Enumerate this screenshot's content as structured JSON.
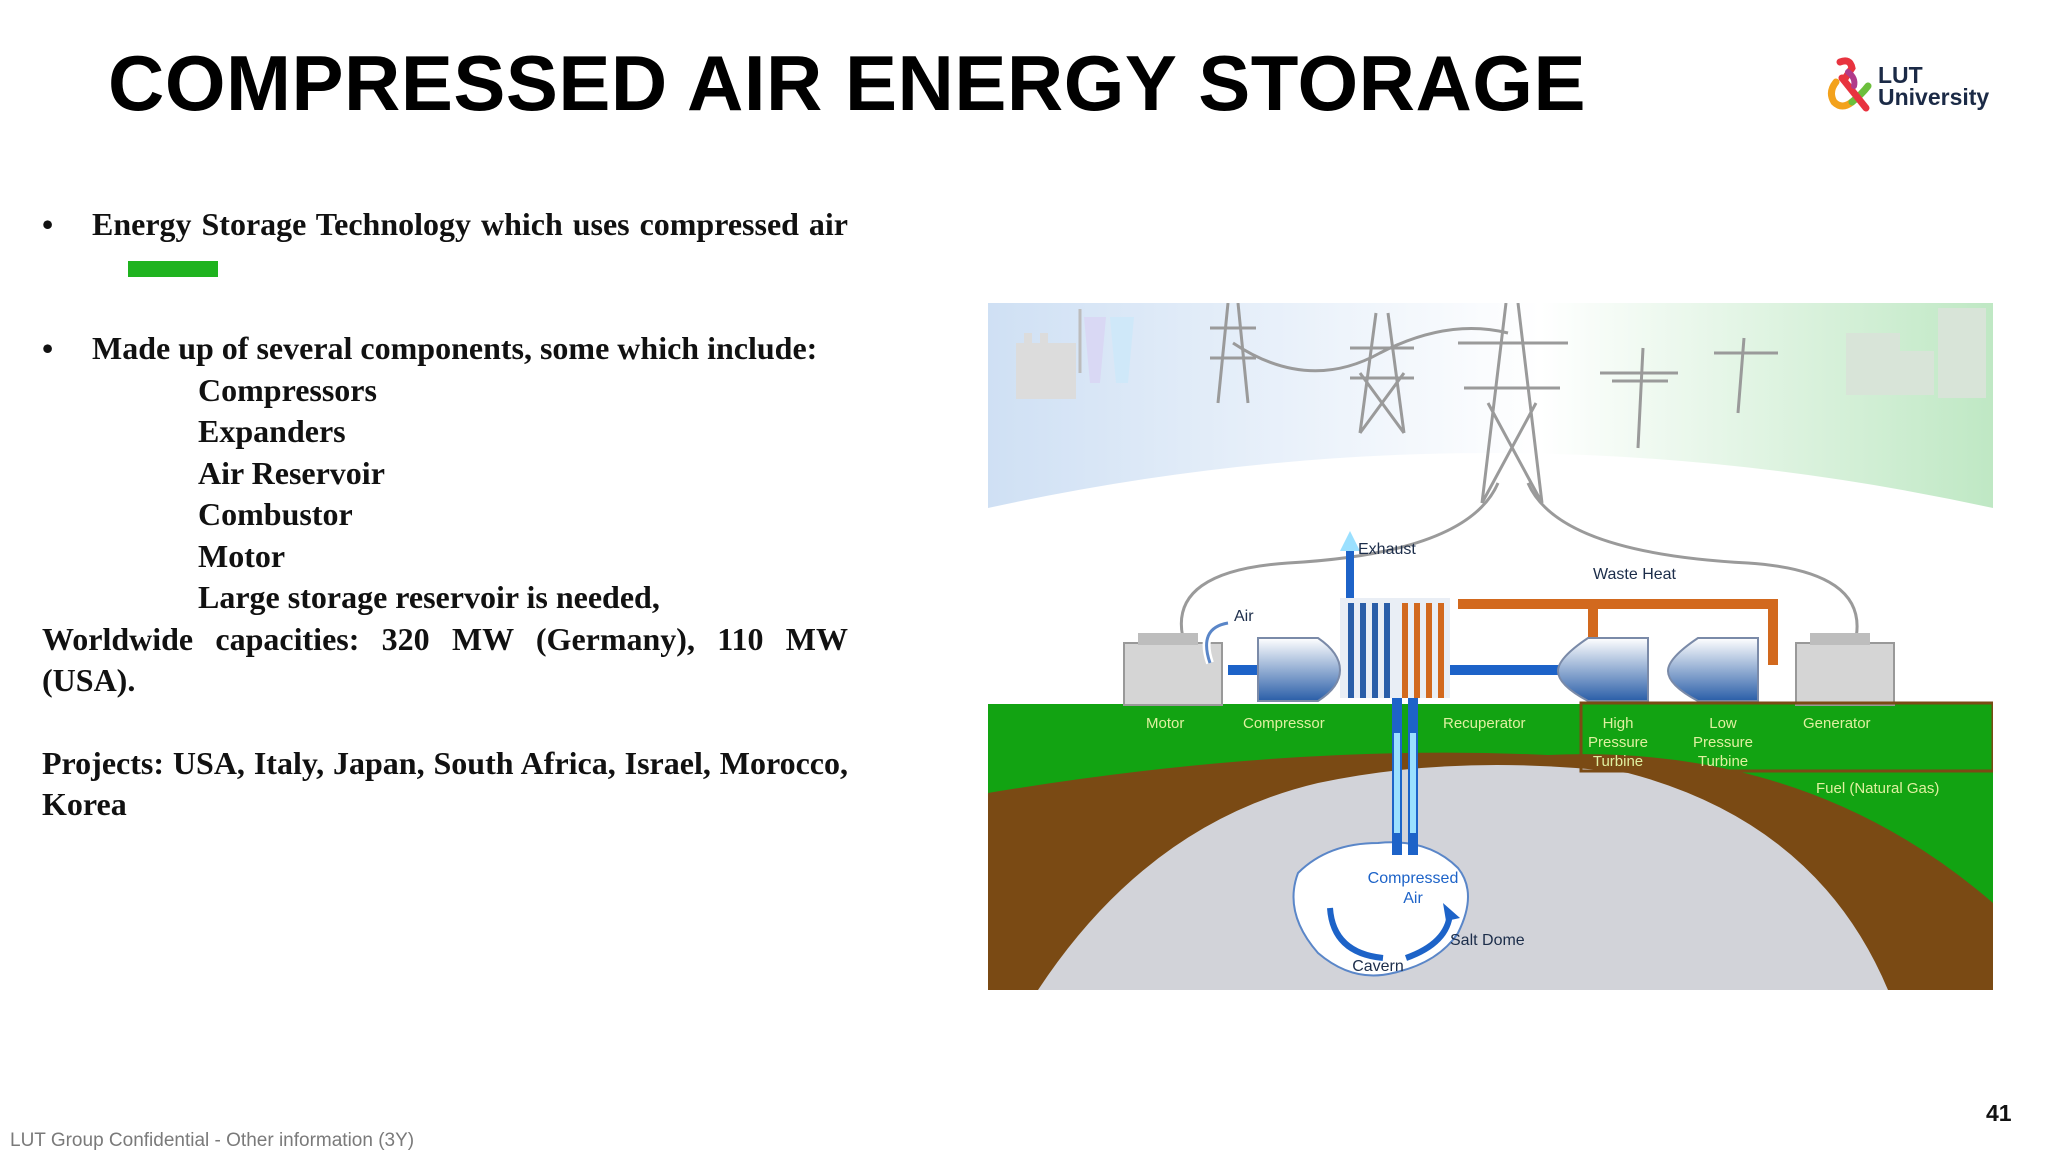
{
  "slide": {
    "title": "COMPRESSED AIR ENERGY STORAGE",
    "page_number": "41",
    "footer": "LUT Group Confidential - Other information (3Y)"
  },
  "logo": {
    "line1": "LUT",
    "line2": "University"
  },
  "content": {
    "bullet_marker": "•",
    "bullet1": "Energy Storage Technology which uses compressed air",
    "bullet2": "Made up of several components, some which include:",
    "components": [
      "Compressors",
      "Expanders",
      "Air Reservoir",
      "Combustor",
      "Motor",
      "Large storage reservoir is needed,"
    ],
    "capacities": "Worldwide capacities: 320 MW (Germany), 110 MW (USA).",
    "projects": "Projects: USA, Italy, Japan, South Africa, Israel, Morocco, Korea"
  },
  "diagram": {
    "labels": {
      "exhaust": "Exhaust",
      "waste_heat": "Waste Heat",
      "air": "Air",
      "motor": "Motor",
      "compressor": "Compressor",
      "recuperator": "Recuperator",
      "hp_turbine": [
        "High",
        "Pressure",
        "Turbine"
      ],
      "lp_turbine": [
        "Low",
        "Pressure",
        "Turbine"
      ],
      "generator": "Generator",
      "fuel": "Fuel (Natural Gas)",
      "compressed_air": [
        "Compressed",
        "Air"
      ],
      "cavern": "Cavern",
      "salt_dome": "Salt Dome"
    },
    "colors": {
      "ground": "#12a312",
      "soil": "#7a4a14",
      "salt": "#d2d3d9",
      "air_pipe": "#1d63c8",
      "heat_pipe": "#d2691e",
      "label_green": "#dff0a0"
    }
  }
}
